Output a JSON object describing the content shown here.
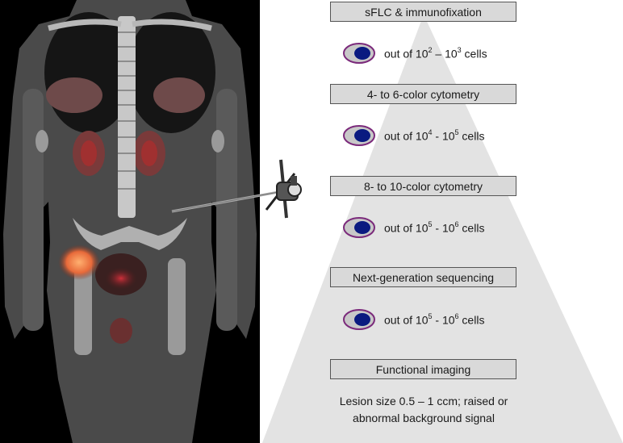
{
  "methods": [
    {
      "label": "sFLC & immunofixation",
      "sensitivity": {
        "prefix": "out of 10",
        "exp1": "2",
        "sep": " – 10",
        "exp2": "3",
        "suffix": " cells"
      }
    },
    {
      "label": "4- to 6-color cytometry",
      "sensitivity": {
        "prefix": "out of 10",
        "exp1": "4",
        "sep": " - 10",
        "exp2": "5",
        "suffix": " cells"
      }
    },
    {
      "label": "8- to 10-color cytometry",
      "sensitivity": {
        "prefix": "out of 10",
        "exp1": "5",
        "sep": " - 10",
        "exp2": "6",
        "suffix": " cells"
      }
    },
    {
      "label": "Next-generation sequencing",
      "sensitivity": {
        "prefix": "out of 10",
        "exp1": "5",
        "sep": " - 10",
        "exp2": "6",
        "suffix": " cells"
      }
    },
    {
      "label": "Functional imaging",
      "note_line1": "Lesion size 0.5 – 1 ccm; raised or",
      "note_line2": "abnormal background signal"
    }
  ],
  "icons": {
    "cell": "tumor-cell-icon",
    "needle": "bone-marrow-biopsy-needle-icon",
    "scan": "pet-ct-scan-image"
  },
  "colors": {
    "pyramid": "#e3e3e3",
    "box_fill": "#d9d9d9",
    "cell_cytoplasm": "#c8c8c8",
    "cell_border": "#7b2a7b",
    "cell_nucleus": "#0a1a80",
    "scan_background": "#000000"
  }
}
